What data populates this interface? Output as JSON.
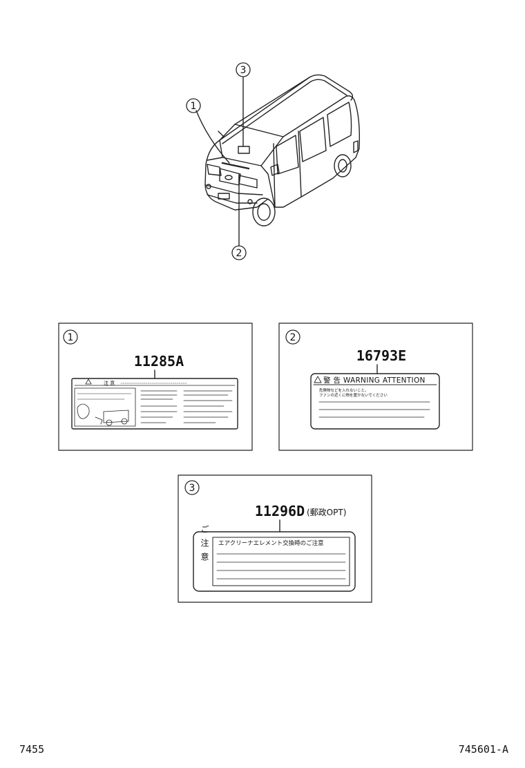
{
  "callouts": [
    "3",
    "1",
    "2"
  ],
  "panels": [
    {
      "num": "1",
      "part_no": "11285A",
      "label_header": "注 意"
    },
    {
      "num": "2",
      "part_no": "16793E",
      "label_header": "警 告 WARNING ATTENTION",
      "label_line1": "危険物などを入れないこと。",
      "label_line2": "ファンの近くに物を置かないでください"
    },
    {
      "num": "3",
      "part_no": "11296D",
      "part_note": "(郵政OPT)",
      "side_text": "ご注意",
      "label_line1": "エアクリーナエレメント交換時のご注意"
    }
  ],
  "footer": {
    "left": "7455",
    "right": "745601-A"
  }
}
